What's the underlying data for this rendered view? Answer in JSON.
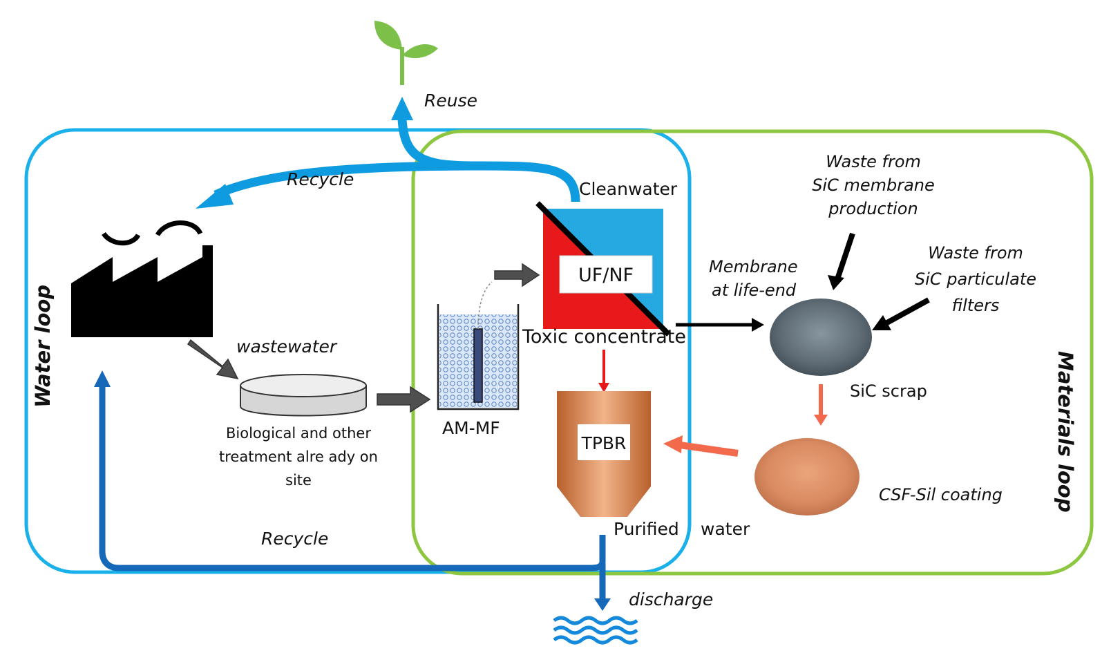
{
  "loops": {
    "water_label": "Water loop",
    "materials_label": "Materials loop",
    "water_color": "#1ab0ea",
    "materials_color": "#8dc63f",
    "water_label_color": "#4a7bd6",
    "materials_label_color": "#21b566"
  },
  "labels": {
    "reuse": "Reuse",
    "recycle_top": "Recycle",
    "recycle_bottom": "Recycle",
    "cleanwater": "Cleanwater",
    "uf_nf": "UF/NF",
    "toxic_concentrate": "Toxic concentrate",
    "wastewater": "wastewater",
    "treatment_line1": "Biological and other",
    "treatment_line2": "treatment alre ady on",
    "treatment_line3": "site",
    "am_mf": "AM-MF",
    "tpbr": "TPBR",
    "purified": "Purified",
    "water": "water",
    "discharge": "discharge",
    "membrane_line1": "Membrane",
    "membrane_line2": "at life-end",
    "waste_sic_membrane_line1": "Waste from",
    "waste_sic_membrane_line2": "SiC membrane",
    "waste_sic_membrane_line3": "production",
    "waste_sic_filters_line1": "Waste from",
    "waste_sic_filters_line2": "SiC particulate",
    "waste_sic_filters_line3": "filters",
    "sic_scrap": "SiC scrap",
    "csf_sil": "CSF-Sil coating"
  },
  "colors": {
    "blue_arrow": "#0f9be0",
    "dark_blue_arrow": "#1569b8",
    "red_arrow": "#e8191a",
    "orange_arrow": "#f26a4b",
    "gray_arrow": "#4f4f4f",
    "sprout": "#7cc04a",
    "waves": "#1488db",
    "uf_red": "#e8191a",
    "uf_blue": "#26a9e0",
    "tpbr_orange": "#d9814a",
    "sic_gray": "#6d7b85",
    "csf_orange": "#e0946a"
  },
  "icons": {
    "factory": "factory-icon",
    "sprout": "sprout-icon",
    "water": "water-waves-icon"
  }
}
